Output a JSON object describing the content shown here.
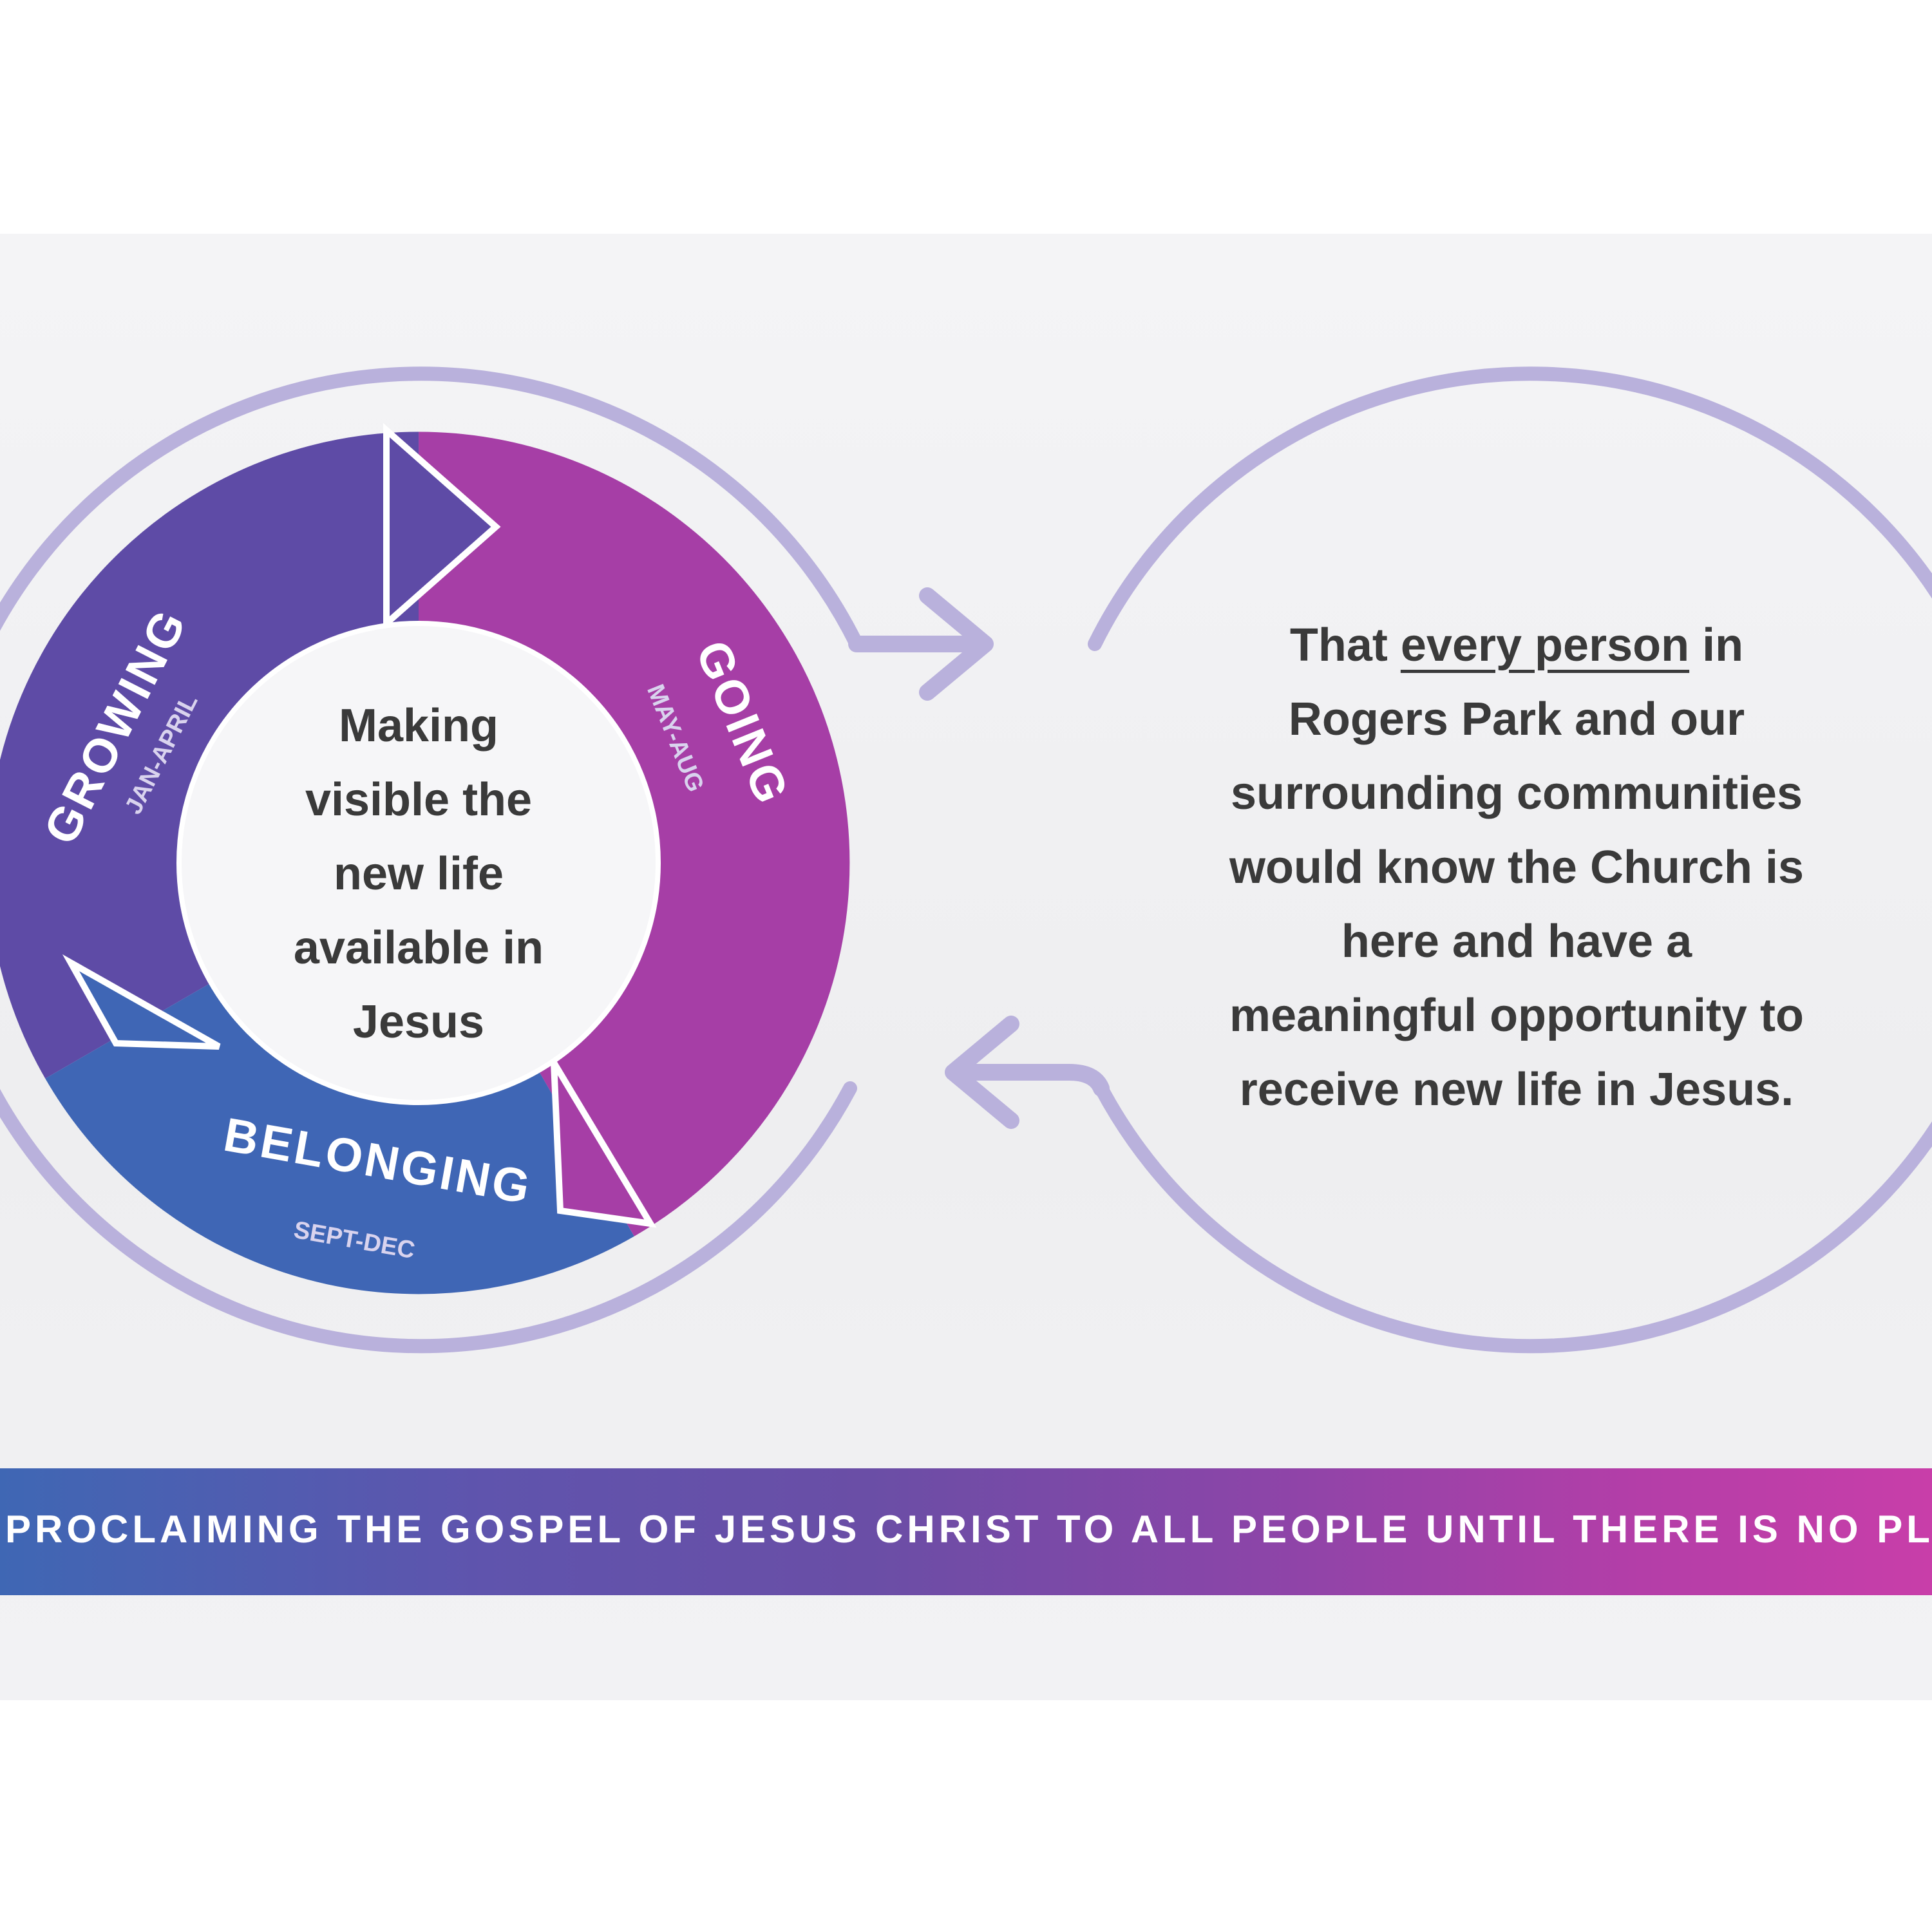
{
  "cycle": {
    "center_lines": [
      "Making",
      "visible the",
      "new life",
      "available in",
      "Jesus"
    ],
    "segments": [
      {
        "name": "GROWING",
        "months": "JAN-APRIL",
        "color": "#5e4ba6"
      },
      {
        "name": "GOING",
        "months": "MAY-AUG",
        "color": "#a63ea6"
      },
      {
        "name": "BELONGING",
        "months": "SEPT-DEC",
        "color": "#3f66b5"
      }
    ],
    "ring_color": "#b9b1dc"
  },
  "mission": {
    "line1_pre": "That ",
    "line1_underlined": "every person",
    "line1_post": " in",
    "lines": [
      "Rogers Park and our",
      "surrounding communities",
      "would know the Church is",
      "here and have a",
      "meaningful opportunity to",
      "receive new life in Jesus."
    ]
  },
  "banner": {
    "text": "PROCLAIMING THE GOSPEL OF JESUS CHRIST TO ALL PEOPLE UNTIL THERE IS NO PLACE LEFT"
  }
}
